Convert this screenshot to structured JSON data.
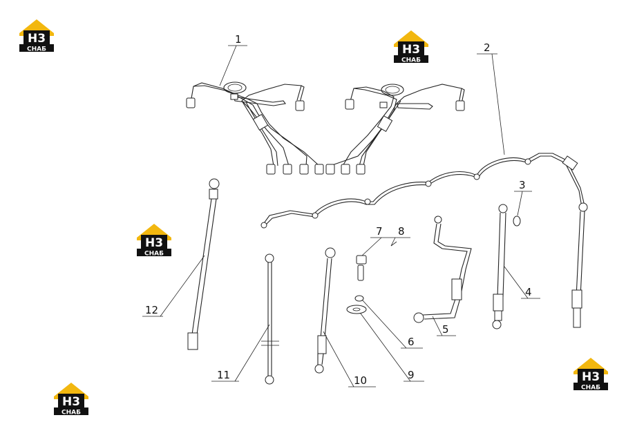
{
  "brand": {
    "mark_text": "H3",
    "sub_text": "СНАБ",
    "roof_color": "#f2b70f",
    "box_color": "#111111",
    "text_color": "#ffffff"
  },
  "callouts": [
    "1",
    "2",
    "3",
    "4",
    "5",
    "6",
    "7",
    "8",
    "9",
    "10",
    "11",
    "12"
  ]
}
